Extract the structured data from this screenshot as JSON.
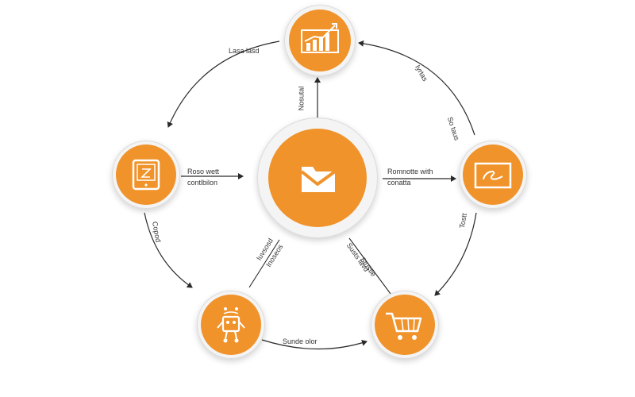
{
  "colors": {
    "accent": "#f0932b",
    "ring": "#e6e6e6",
    "arrow": "#2a2a2a",
    "text": "#333333"
  },
  "nodes": {
    "center": {
      "icon": "folder-mail-icon"
    },
    "top": {
      "icon": "bar-chart-icon"
    },
    "left": {
      "icon": "tablet-icon"
    },
    "right": {
      "icon": "signature-screen-icon"
    },
    "bottom_left": {
      "icon": "robot-icon"
    },
    "bottom_right": {
      "icon": "shopping-cart-icon"
    }
  },
  "labels": {
    "top_left_arc": "Lasa lasd",
    "top_vertical": "Nosutal",
    "top_right_arc_1": "Iyrtas",
    "top_right_arc_2": "So taus",
    "left_connector_1": "Roso wett",
    "left_connector_2": "contlbilon",
    "right_connector_1": "Romnotte with",
    "right_connector_2": "conatta",
    "left_lower_arc": "Copod",
    "right_lower_arc": "Tostt",
    "diag_left_1": "Iuvsosd",
    "diag_left_2": "Inoseos",
    "diag_right_1": "Susts lavd",
    "diag_right_2": "Stustle",
    "bottom_arc": "Sunde olor"
  }
}
